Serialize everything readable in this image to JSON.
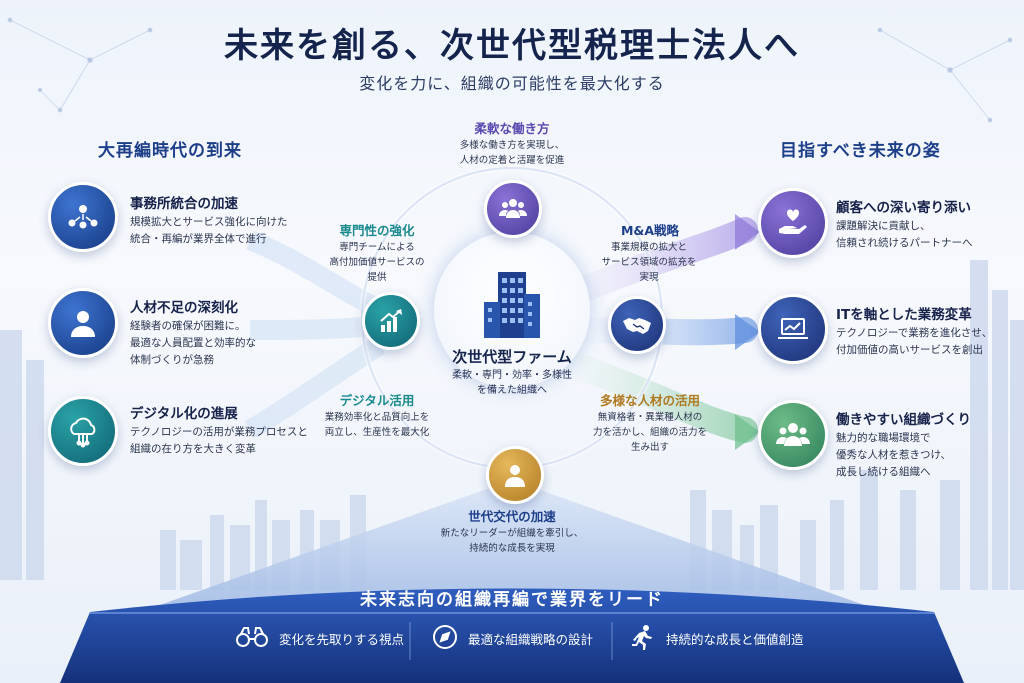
{
  "header": {
    "title": "未来を創る、次世代型税理士法人へ",
    "subtitle": "変化を力に、組織の可能性を最大化する"
  },
  "left": {
    "heading": "大再編時代の到来",
    "items": [
      {
        "title": "事務所統合の加速",
        "text": "規模拡大とサービス強化に向けた\n統合・再編が業界全体で進行",
        "icon": "network-people-icon"
      },
      {
        "title": "人材不足の深刻化",
        "text": "経験者の確保が困難に。\n最適な人員配置と効率的な\n体制づくりが急務",
        "icon": "person-icon"
      },
      {
        "title": "デジタル化の進展",
        "text": "テクノロジーの活用が業務プロセスと\n組織の在り方を大きく変革",
        "icon": "cloud-circuit-icon"
      }
    ]
  },
  "right": {
    "heading": "目指すべき未来の姿",
    "items": [
      {
        "title": "顧客への深い寄り添い",
        "text": "課題解決に貢献し、\n信頼され続けるパートナーへ",
        "icon": "heart-hand-icon"
      },
      {
        "title": "ITを軸とした業務変革",
        "text": "テクノロジーで業務を進化させ、\n付加価値の高いサービスを創出",
        "icon": "laptop-chart-icon"
      },
      {
        "title": "働きやすい組織づくり",
        "text": "魅力的な職場環境で\n優秀な人材を惹きつけ、\n成長し続ける組織へ",
        "icon": "team-icon"
      }
    ]
  },
  "center": {
    "title": "次世代型ファーム",
    "text": "柔軟・専門・効率・多様性\nを備えた組織へ",
    "icon": "building-icon"
  },
  "pillars": {
    "flexible": {
      "title": "柔軟な働き方",
      "text": "多様な働き方を実現し、\n人材の定着と活躍を促進",
      "icon": "group-icon"
    },
    "expertise": {
      "title": "専門性の強化",
      "text": "専門チームによる\n高付加価値サービスの\n提供",
      "icon": "growth-chart-icon"
    },
    "ma": {
      "title": "M&A戦略",
      "text": "事業規模の拡大と\nサービス領域の拡充を\n実現",
      "icon": "handshake-icon"
    },
    "digital": {
      "title": "デジタル活用",
      "text": "業務効率化と品質向上を\n両立し、生産性を最大化",
      "icon": "digital-icon"
    },
    "diversity": {
      "title": "多様な人材の活用",
      "text": "無資格者・異業種人材の\n力を活かし、組織の活力を\n生み出す",
      "icon": "diversity-icon"
    },
    "generation": {
      "title": "世代交代の加速",
      "text": "新たなリーダーが組織を牽引し、\n持続的な成長を実現",
      "icon": "leader-icon"
    }
  },
  "bottom": {
    "title": "未来志向の組織再編で業界をリード",
    "items": [
      {
        "label": "変化を先取りする視点",
        "icon": "binoculars-icon"
      },
      {
        "label": "最適な組織戦略の設計",
        "icon": "compass-icon"
      },
      {
        "label": "持続的な成長と価値創造",
        "icon": "runner-icon"
      }
    ]
  },
  "colors": {
    "navy": "#15244d",
    "blue": "#1d3f8a",
    "teal": "#1b8a8f",
    "purple": "#5a48b0",
    "gold": "#b07a22",
    "green": "#2d7f5a"
  }
}
